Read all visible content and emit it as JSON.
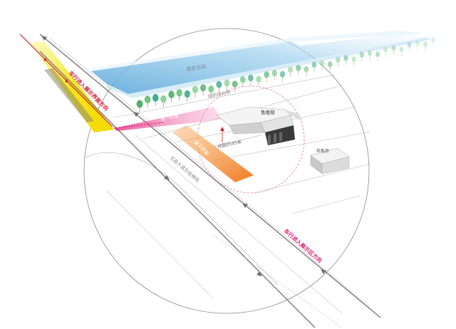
{
  "labels": {
    "cars_enter_showroom_left": "车行进入展示界面方向",
    "cars_enter_showroom_right": "车行进入展示区方向",
    "nanjing_north_station": "南京北站",
    "station_greenbelt": "站前绿化带",
    "first_glimpse": "第一印象",
    "sales_office": "售楼部",
    "display_interface": "展示界面",
    "distance": "间距约45米",
    "wenchang_road": "文昌大道东延伸线",
    "temp_building": "样板房"
  },
  "colors": {
    "magenta": "#e0207a",
    "red": "#d21e37",
    "yellow": "#f7e81c",
    "orange": "#f59a45",
    "green": "#5cb85c",
    "blue": "#8fc3e8",
    "gray_line": "#7a7a7a"
  }
}
